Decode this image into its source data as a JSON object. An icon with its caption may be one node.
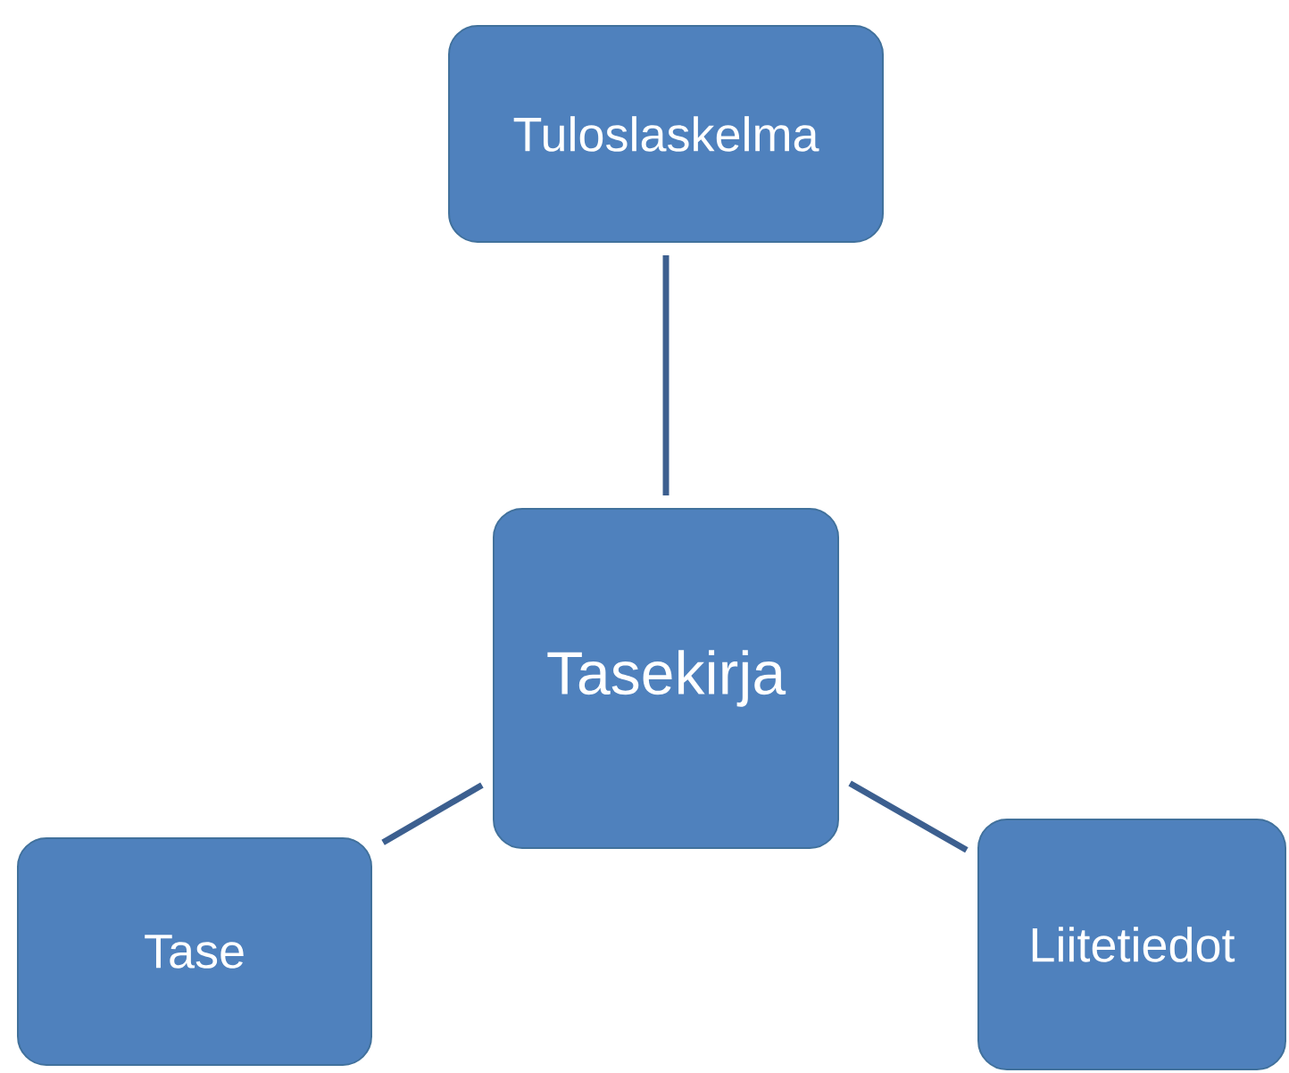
{
  "diagram": {
    "nodes": [
      {
        "text": [
          "Tuloslaskelma"
        ]
      },
      {
        "text": [
          "Tasekirja"
        ]
      },
      {
        "text": [
          "Tase"
        ]
      },
      {
        "text": [
          "Liitetiedot"
        ]
      }
    ],
    "edges": [
      {
        "from": 1,
        "to": 0,
        "arrow": "none"
      },
      {
        "from": 1,
        "to": 2,
        "arrow": "none"
      },
      {
        "from": 1,
        "to": 3,
        "arrow": "none"
      }
    ]
  }
}
